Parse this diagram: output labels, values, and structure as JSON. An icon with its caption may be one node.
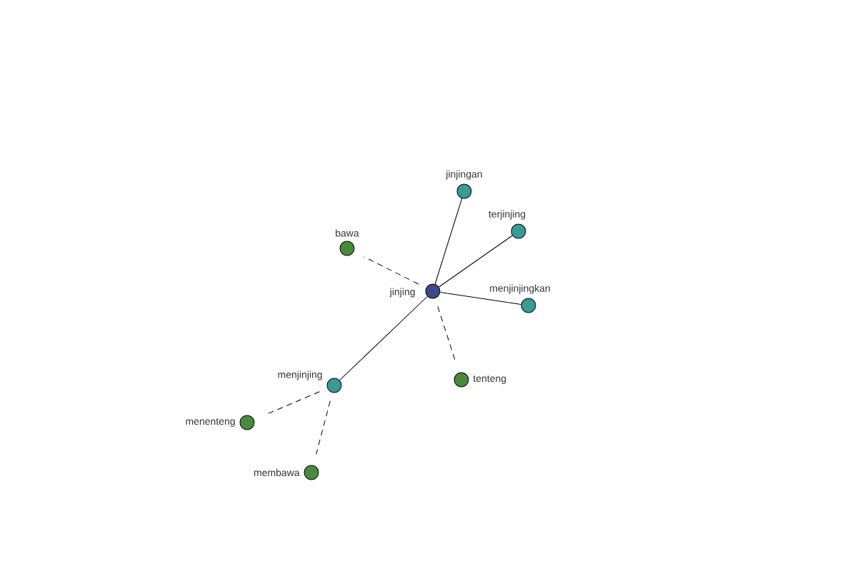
{
  "diagram": {
    "nodes": [
      {
        "text": [
          "jinjing"
        ]
      },
      {
        "text": [
          "jinjingan"
        ]
      },
      {
        "text": [
          "terjinjing"
        ]
      },
      {
        "text": [
          "menjinjingkan"
        ]
      },
      {
        "text": [
          "bawa"
        ]
      },
      {
        "text": [
          "tenteng"
        ]
      },
      {
        "text": [
          "menjinjing"
        ]
      },
      {
        "text": [
          "menenteng"
        ]
      },
      {
        "text": [
          "membawa"
        ]
      }
    ],
    "edges": [
      {
        "from": 0,
        "to": 1,
        "arrow": "none"
      },
      {
        "from": 0,
        "to": 2,
        "arrow": "none"
      },
      {
        "from": 0,
        "to": 3,
        "arrow": "none"
      },
      {
        "from": 0,
        "to": 4,
        "arrow": "none",
        "style": "dashed"
      },
      {
        "from": 0,
        "to": 5,
        "arrow": "none",
        "style": "dashed"
      },
      {
        "from": 0,
        "to": 6,
        "arrow": "none"
      },
      {
        "from": 6,
        "to": 7,
        "arrow": "none",
        "style": "dashed"
      },
      {
        "from": 6,
        "to": 8,
        "arrow": "none",
        "style": "dashed"
      }
    ]
  }
}
